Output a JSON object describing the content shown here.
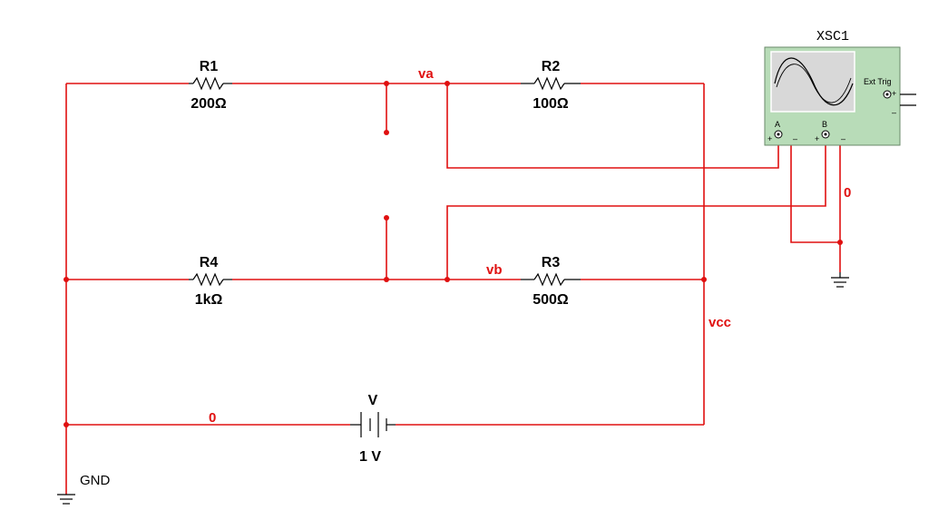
{
  "components": {
    "r1": {
      "name": "R1",
      "value": "200Ω"
    },
    "r2": {
      "name": "R2",
      "value": "100Ω"
    },
    "r3": {
      "name": "R3",
      "value": "500Ω"
    },
    "r4": {
      "name": "R4",
      "value": "1kΩ"
    },
    "source": {
      "name": "V",
      "value": "1 V"
    },
    "scope": {
      "name": "XSC1",
      "ext_trig": "Ext Trig",
      "channel_a": "A",
      "channel_b": "B"
    }
  },
  "nets": {
    "va": "va",
    "vb": "vb",
    "vcc": "vcc",
    "zero_bottom": "0",
    "zero_scope": "0"
  },
  "ground": {
    "label": "GND"
  },
  "colors": {
    "wire": "#e01010",
    "scope_body": "#b8dcb8",
    "scope_screen": "#d8d8d8"
  }
}
